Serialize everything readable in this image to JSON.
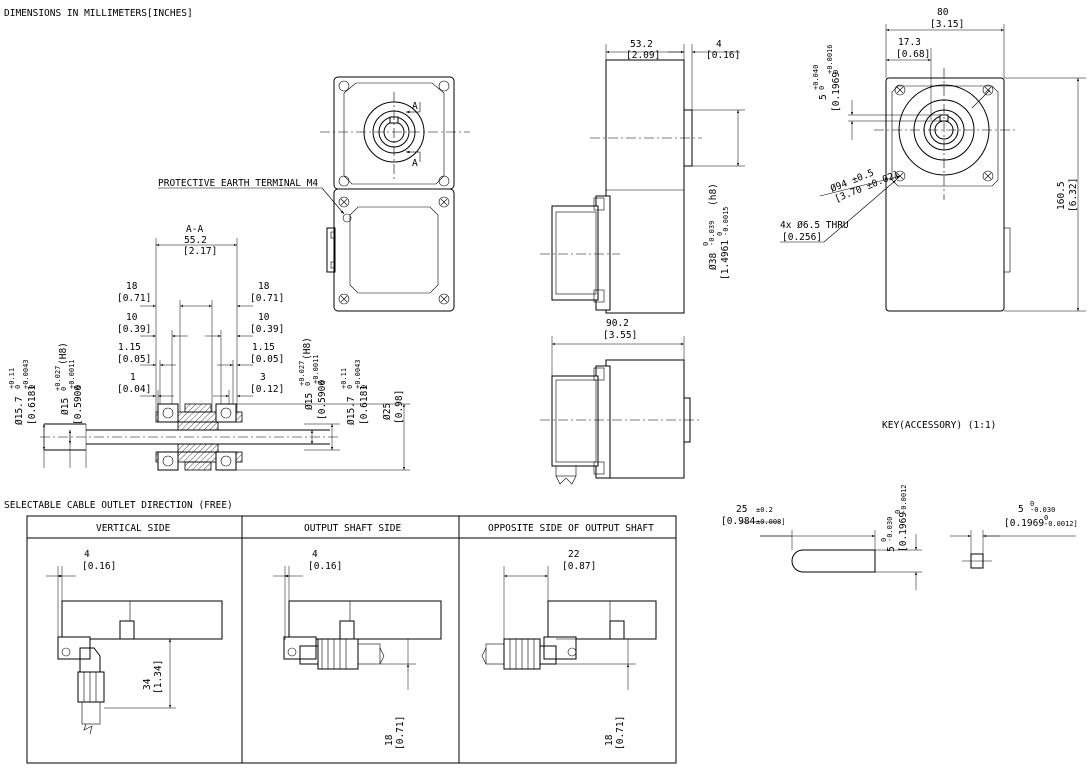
{
  "header": {
    "units_note": "DIMENSIONS IN MILLIMETERS[INCHES]"
  },
  "front_view": {
    "section_mark_top": "A",
    "section_mark_bottom": "A",
    "earth_terminal_label": "PROTECTIVE EARTH TERMINAL M4"
  },
  "section_view": {
    "title": "A-A",
    "dim_overall": {
      "mm": "55.2",
      "in": "[2.17]"
    },
    "dim_left_18": {
      "mm": "18",
      "in": "[0.71]"
    },
    "dim_right_18": {
      "mm": "18",
      "in": "[0.71]"
    },
    "dim_left_10": {
      "mm": "10",
      "in": "[0.39]"
    },
    "dim_right_10": {
      "mm": "10",
      "in": "[0.39]"
    },
    "dim_left_115": {
      "mm": "1.15",
      "in": "[0.05]"
    },
    "dim_right_115": {
      "mm": "1.15",
      "in": "[0.05]"
    },
    "dim_left_1": {
      "mm": "1",
      "in": "[0.04]"
    },
    "dim_right_3": {
      "mm": "3",
      "in": "[0.12]"
    },
    "left_dia_157": {
      "mm": "Ø15.7",
      "tol_up": "+0.11",
      "tol_lo": "0",
      "in": "[0.6181",
      "in_tol_up": "+0.0043",
      "in_tol_lo": "0"
    },
    "left_dia_15": {
      "mm": "Ø15",
      "tol_up": "+0.027",
      "tol_lo": "0",
      "in": "[0.5906",
      "in_tol_up": "+0.0011",
      "in_tol_lo": "0"
    },
    "left_fit": "(H8)",
    "right_fit": "(H8)",
    "right_dia_15": {
      "mm": "Ø15",
      "tol_up": "+0.027",
      "tol_lo": "0",
      "in": "[0.5906",
      "in_tol_up": "+0.0011",
      "in_tol_lo": "0"
    },
    "right_dia_157": {
      "mm": "Ø15.7",
      "tol_up": "+0.11",
      "tol_lo": "0",
      "in": "[0.6181",
      "in_tol_up": "+0.0043",
      "in_tol_lo": "0"
    },
    "right_dia_25": {
      "mm": "Ø25",
      "in": "[0.98]"
    }
  },
  "side_view": {
    "dim_532": {
      "mm": "53.2",
      "in": "[2.09]"
    },
    "dim_4": {
      "mm": "4",
      "in": "[0.16]"
    },
    "dia_38": {
      "mm": "Ø38",
      "tol_up": "0",
      "tol_lo": "-0.039",
      "fit": "(h8)",
      "in": "[1.4961",
      "in_tol_up": "0",
      "in_tol_lo": "-0.0015"
    },
    "dim_902": {
      "mm": "90.2",
      "in": "[3.55]"
    }
  },
  "right_view": {
    "dim_80": {
      "mm": "80",
      "in": "[3.15]"
    },
    "dim_173": {
      "mm": "17.3",
      "in": "[0.68]"
    },
    "dim_5": {
      "mm": "5",
      "tol_up": "+0.040",
      "tol_lo": "0",
      "in": "[0.1969",
      "in_tol_up": "+0.0016",
      "in_tol_lo": "0"
    },
    "dia_94": {
      "mm": "Ø94 ±0.5",
      "in": "[3.70 ±0.02]"
    },
    "holes": {
      "mm": "4x Ø6.5 THRU",
      "in": "[0.256]"
    },
    "dim_1605": {
      "mm": "160.5",
      "in": "[6.32]"
    }
  },
  "key": {
    "title": "KEY(ACCESSORY) (1:1)",
    "length": {
      "mm": "25",
      "tol": "±0.2",
      "in": "[0.984",
      "in_tol": "±0.008]"
    },
    "height": {
      "mm": "5",
      "tol_up": "0",
      "tol_lo": "-0.030",
      "in": "[0.1969",
      "in_tol_up": "0",
      "in_tol_lo": "-0.0012"
    },
    "width": {
      "mm": "5",
      "tol_up": "0",
      "tol_lo": "-0.030",
      "in": "[0.1969",
      "in_tol_up": "0",
      "in_tol_lo": "-0.0012]"
    }
  },
  "cable_table": {
    "title": "SELECTABLE CABLE OUTLET DIRECTION (FREE)",
    "columns": [
      {
        "header": "VERTICAL SIDE",
        "dim_top": {
          "mm": "4",
          "in": "[0.16]"
        },
        "dim_side": {
          "mm": "34",
          "in": "[1.34]"
        }
      },
      {
        "header": "OUTPUT SHAFT SIDE",
        "dim_top": {
          "mm": "4",
          "in": "[0.16]"
        },
        "dim_side": {
          "mm": "18",
          "in": "[0.71]"
        }
      },
      {
        "header": "OPPOSITE SIDE OF OUTPUT SHAFT",
        "dim_top": {
          "mm": "22",
          "in": "[0.87]"
        },
        "dim_side": {
          "mm": "18",
          "in": "[0.71]"
        }
      }
    ]
  }
}
